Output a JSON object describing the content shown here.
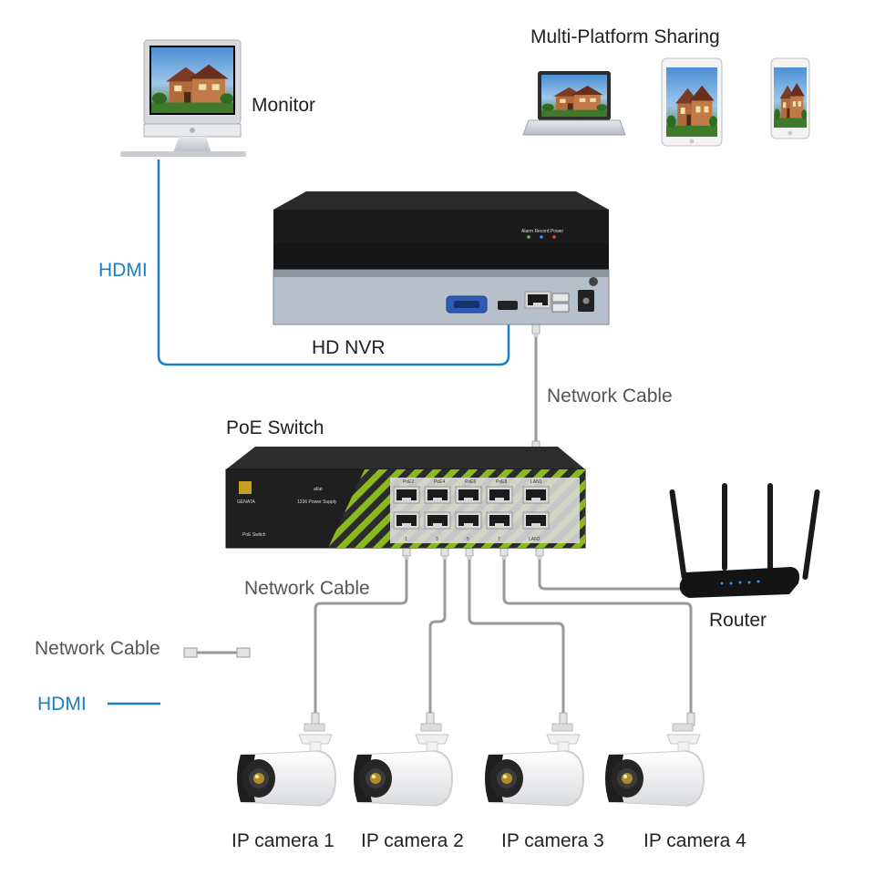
{
  "labels": {
    "multi_platform": "Multi-Platform Sharing",
    "monitor": "Monitor",
    "hdmi": "HDMI",
    "nvr": "HD NVR",
    "network_cable_top": "Network Cable",
    "poe_switch": "PoE Switch",
    "network_cable_mid": "Network Cable",
    "router": "Router",
    "legend_network": "Network Cable",
    "legend_hdmi": "HDMI",
    "cameras": [
      "IP camera 1",
      "IP camera 2",
      "IP camera 3",
      "IP camera 4"
    ]
  },
  "nvr_panel": {
    "indicators": "Alarm  Record  Power"
  },
  "switch_panel": {
    "brand": "GENATA",
    "standard": "af/at",
    "power": "1236 Power Supply",
    "model": "PoE Switch",
    "ports_top": [
      "PoE2",
      "PoE4",
      "PoE6",
      "PoE8",
      "LAN1"
    ],
    "ports_bottom": [
      "1",
      "3",
      "5",
      "7",
      "LAN2"
    ]
  },
  "colors": {
    "hdmi": "#1a7fc1",
    "network": "#9a9a9a",
    "device_dark": "#1c1c1c",
    "switch_accent": "#8ab81e"
  }
}
